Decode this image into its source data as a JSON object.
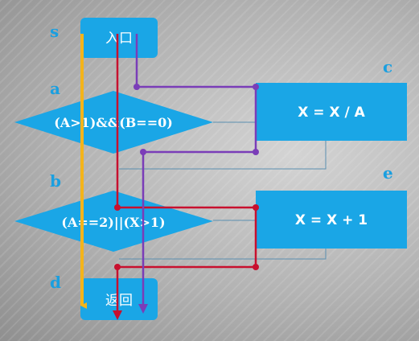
{
  "node_labels": {
    "s": "s",
    "a": "a",
    "b": "b",
    "c": "c",
    "d": "d",
    "e": "e"
  },
  "entry": {
    "text": "入口"
  },
  "exit": {
    "text": "返回"
  },
  "decision_a": {
    "text": "(A>1)&&(B==0)"
  },
  "decision_b": {
    "text": "(A==2)||(X>1)"
  },
  "process_c": {
    "text": "X = X / A"
  },
  "process_e": {
    "text": "X = X + 1"
  },
  "colors": {
    "node_fill": "#1aa6e6",
    "label": "#1a9fe0",
    "path_yellow": "#f4b41a",
    "path_red": "#c8102e",
    "path_purple": "#7a3db8",
    "thin_line": "#5b8fb0"
  }
}
